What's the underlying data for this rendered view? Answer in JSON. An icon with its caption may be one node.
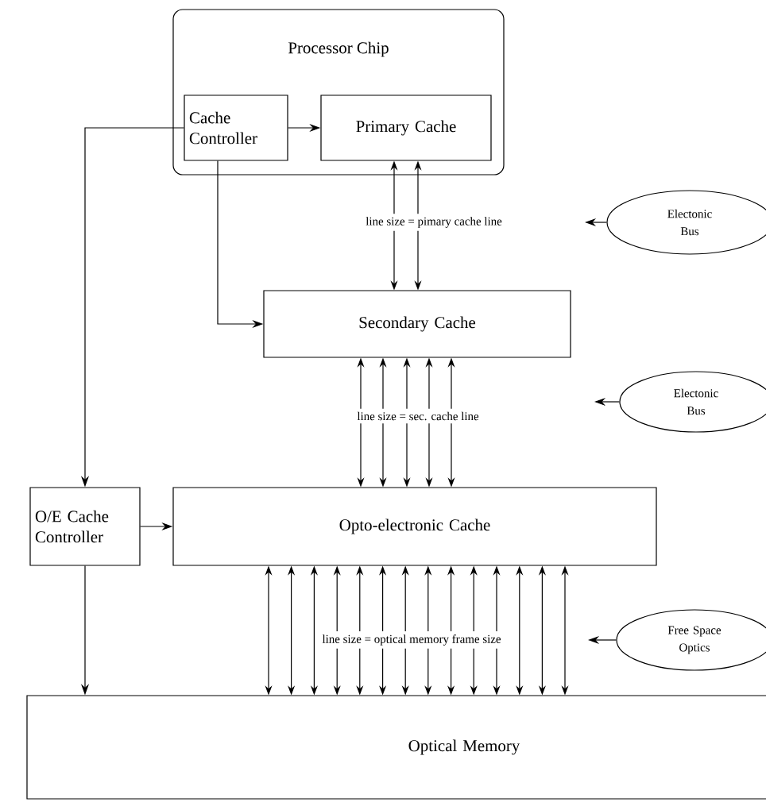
{
  "diagram": {
    "nodes": [
      {
        "text": [
          "Processor Chip"
        ]
      },
      {
        "text": [
          "Cache Controller"
        ],
        "in": 0
      },
      {
        "text": [
          "Primary Cache"
        ],
        "in": 0
      },
      {
        "text": [
          "Secondary Cache"
        ]
      },
      {
        "text": [
          "O/E Cache Controller"
        ]
      },
      {
        "text": [
          "Opto-electronic Cache"
        ]
      },
      {
        "text": [
          "Optical Memory"
        ]
      },
      {
        "text": [
          "Electonic Bus"
        ]
      },
      {
        "text": [
          "Electonic Bus"
        ]
      },
      {
        "text": [
          "Free Space Optics"
        ]
      }
    ],
    "edges": [
      {
        "from": 1,
        "to": 2,
        "arrow": "to"
      },
      {
        "from": 1,
        "to": 3,
        "arrow": "to"
      },
      {
        "from": 1,
        "to": 4,
        "arrow": "to"
      },
      {
        "from": 4,
        "to": 5,
        "arrow": "to"
      },
      {
        "from": 4,
        "to": 6,
        "arrow": "to"
      },
      {
        "from": 2,
        "to": 3,
        "arrow": "both"
      },
      {
        "from": 2,
        "to": 3,
        "arrow": "both",
        "label": "line size = pimary cache line"
      },
      {
        "from": 3,
        "to": 5,
        "arrow": "both"
      },
      {
        "from": 3,
        "to": 5,
        "arrow": "both"
      },
      {
        "from": 3,
        "to": 5,
        "arrow": "both",
        "label": "line size = sec. cache line"
      },
      {
        "from": 3,
        "to": 5,
        "arrow": "both"
      },
      {
        "from": 3,
        "to": 5,
        "arrow": "both"
      },
      {
        "from": 5,
        "to": 6,
        "arrow": "both"
      },
      {
        "from": 5,
        "to": 6,
        "arrow": "both"
      },
      {
        "from": 5,
        "to": 6,
        "arrow": "both"
      },
      {
        "from": 5,
        "to": 6,
        "arrow": "both"
      },
      {
        "from": 5,
        "to": 6,
        "arrow": "both"
      },
      {
        "from": 5,
        "to": 6,
        "arrow": "both"
      },
      {
        "from": 5,
        "to": 6,
        "arrow": "both",
        "label": "line size = optical memory frame size"
      },
      {
        "from": 5,
        "to": 6,
        "arrow": "both"
      },
      {
        "from": 5,
        "to": 6,
        "arrow": "both"
      },
      {
        "from": 5,
        "to": 6,
        "arrow": "both"
      },
      {
        "from": 5,
        "to": 6,
        "arrow": "both"
      },
      {
        "from": 5,
        "to": 6,
        "arrow": "both"
      },
      {
        "from": 5,
        "to": 6,
        "arrow": "both"
      },
      {
        "from": 5,
        "to": 6,
        "arrow": "both"
      },
      {
        "from": 7,
        "to": null,
        "arrow": "to"
      },
      {
        "from": 8,
        "to": null,
        "arrow": "to"
      },
      {
        "from": 9,
        "to": null,
        "arrow": "to"
      }
    ]
  }
}
